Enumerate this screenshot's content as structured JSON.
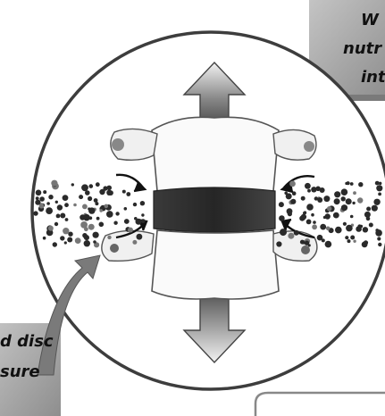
{
  "callouts": {
    "top_right": {
      "lines": [
        "W",
        "nutr",
        "int"
      ],
      "background": "#a8a8a8"
    },
    "bottom_left": {
      "lines": [
        "d disc",
        "sure"
      ],
      "background": "#a8a8a8"
    }
  },
  "colors": {
    "disc": "#2e2e2e",
    "vertebra_outline": "#555555",
    "particles": "#3a3a3a",
    "arrow_shaft": "#d0d0d0",
    "frame_circle": "#444444"
  },
  "icons": {
    "up_arrow": "arrow-up-icon",
    "down_arrow": "arrow-down-icon",
    "inflow_arrows": "curved-arrow-icon"
  }
}
